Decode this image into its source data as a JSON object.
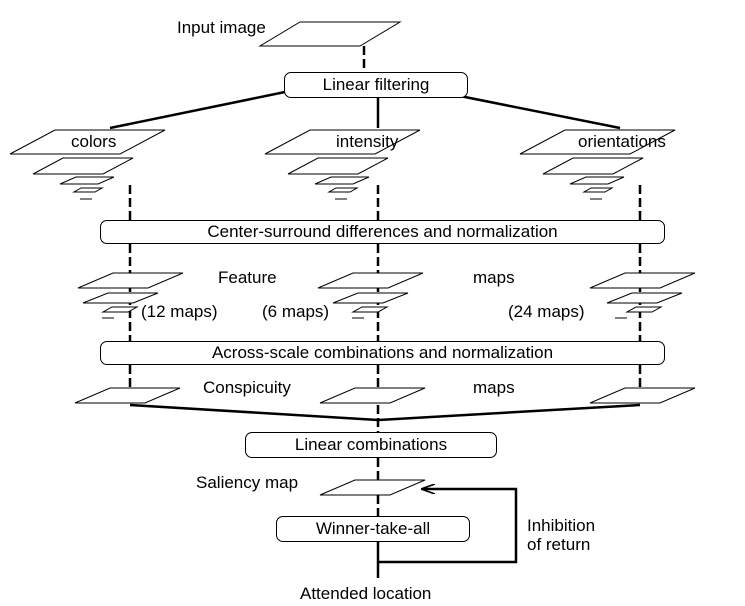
{
  "input_label": "Input image",
  "stages": {
    "linear_filtering": "Linear filtering",
    "center_surround": "Center-surround differences and normalization",
    "across_scale": "Across-scale combinations and normalization",
    "linear_combinations": "Linear combinations",
    "winner_take_all": "Winner-take-all"
  },
  "channels": {
    "colors": "colors",
    "intensity": "intensity",
    "orientations": "orientations"
  },
  "feature_row": {
    "word1": "Feature",
    "word2": "maps",
    "colors_count": "(12 maps)",
    "intensity_count": "(6 maps)",
    "orientations_count": "(24 maps)"
  },
  "conspicuity_row": {
    "word1": "Conspicuity",
    "word2": "maps"
  },
  "saliency_label": "Saliency map",
  "inhibition": {
    "line1": "Inhibition",
    "line2": "of return"
  },
  "attended_label": "Attended location"
}
